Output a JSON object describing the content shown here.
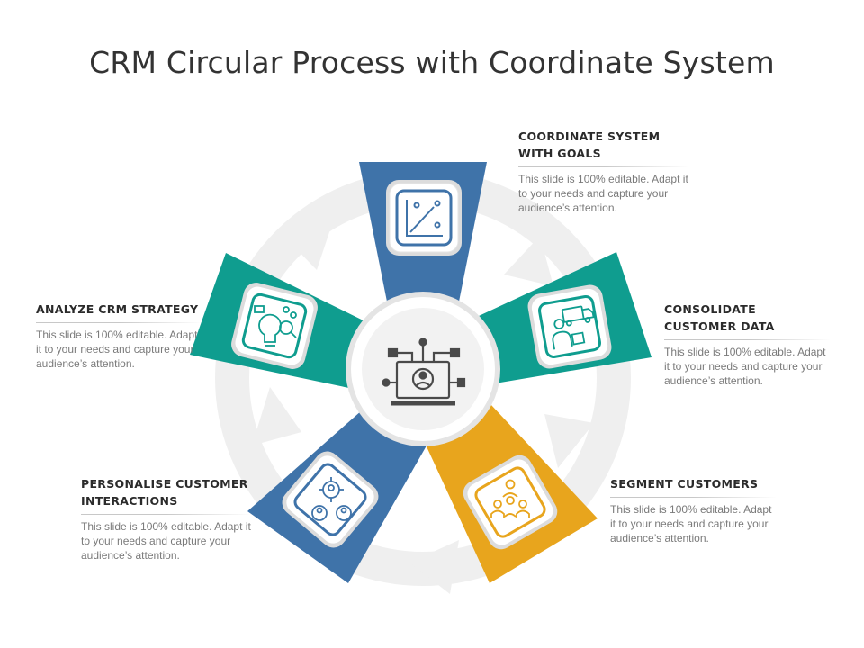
{
  "title": "CRM Circular Process with Coordinate System",
  "colors": {
    "blue": "#3f73a9",
    "teal": "#0f9d8f",
    "gold": "#e8a51d",
    "arrow": "#efefef"
  },
  "segments": [
    {
      "heading": "COORDINATE SYSTEM WITH GOALS",
      "text": "This slide is 100% editable. Adapt it to your needs and capture your audience’s attention.",
      "icon": "chart-coordinate-icon",
      "color": "blue"
    },
    {
      "heading": "CONSOLIDATE CUSTOMER DATA",
      "text": "This slide is 100% editable. Adapt it to your needs and capture your audience’s attention.",
      "icon": "delivery-person-truck-icon",
      "color": "teal"
    },
    {
      "heading": "SEGMENT CUSTOMERS",
      "text": "This slide is 100% editable. Adapt it to your needs and capture your audience’s attention.",
      "icon": "customer-group-icon",
      "color": "gold"
    },
    {
      "heading": "PERSONALISE CUSTOMER INTERACTIONS",
      "text": "This slide is 100% editable. Adapt it to your needs and capture your audience’s attention.",
      "icon": "target-people-icon",
      "color": "blue"
    },
    {
      "heading": "ANALYZE CRM STRATEGY",
      "text": "This slide is 100% editable. Adapt it to your needs and capture your audience’s attention.",
      "icon": "lightbulb-analysis-icon",
      "color": "teal"
    }
  ],
  "center": {
    "icon": "laptop-network-user-icon"
  }
}
